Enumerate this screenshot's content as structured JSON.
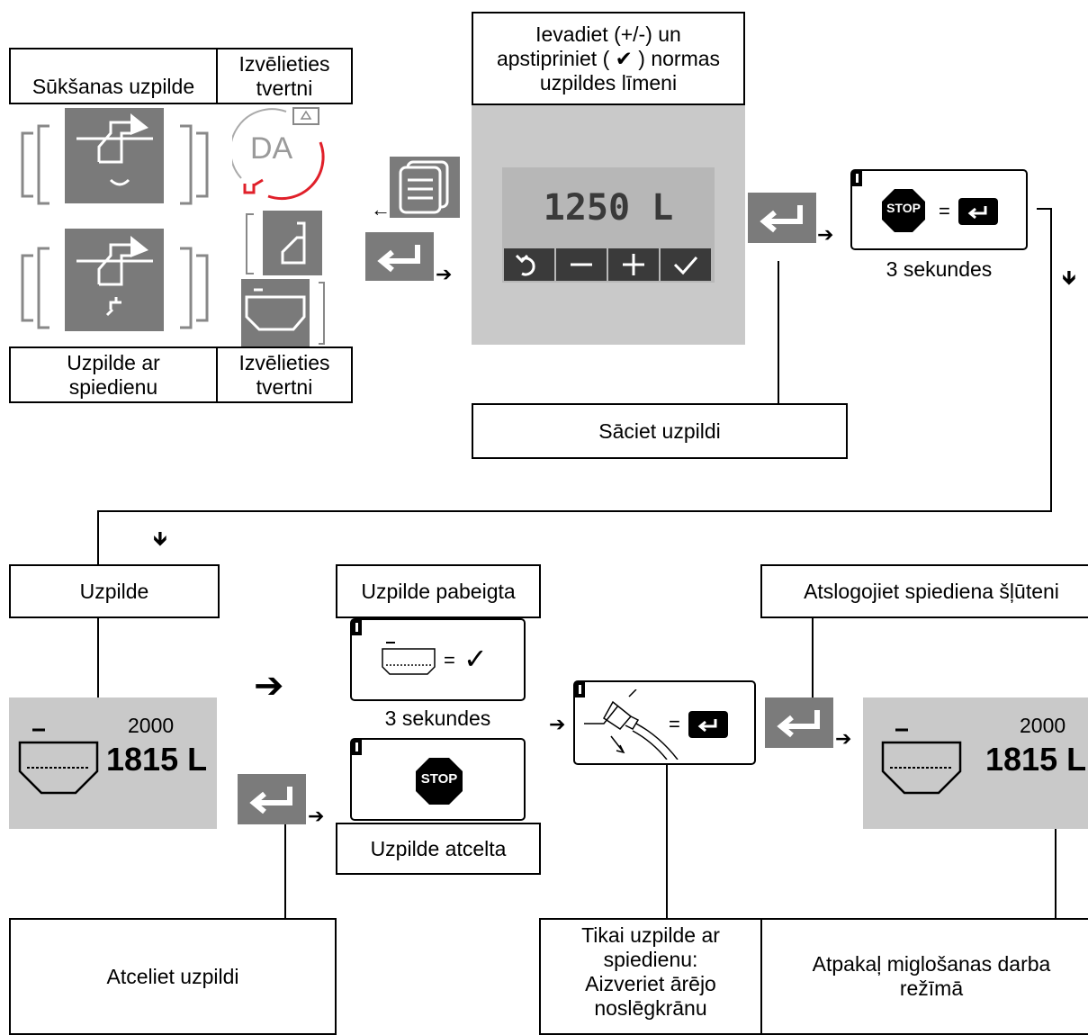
{
  "top_left": {
    "suction_label": "Sūkšanas uzpilde",
    "select_tank_top": "Izvēlieties\ntvertni",
    "pressure_label": "Uzpilde ar\nspiedienu",
    "select_tank_bottom": "Izvēlieties\ntvertni",
    "gauge_text": "DA"
  },
  "instruction_top": "Ievadiet (+/-) un\napstipriniet ( ✔ ) normas\nuzpildes līmeni",
  "display": {
    "value": "1250 L"
  },
  "start_fill": "Sāciet uzpildi",
  "stop_hint": {
    "equals": "=",
    "stop_text": "STOP",
    "duration": "3 sekundes"
  },
  "filling": {
    "label": "Uzpilde",
    "capacity": "2000",
    "current": "1815 L"
  },
  "fill_done": {
    "label": "Uzpilde pabeigta",
    "equals": "=",
    "check": "✓",
    "duration": "3 sekundes"
  },
  "fill_cancelled": {
    "label": "Uzpilde atcelta",
    "stop_text": "STOP"
  },
  "hose_hint": {
    "equals": "="
  },
  "relieve_hose": "Atslogojiet spiediena šļūteni",
  "result_display": {
    "capacity": "2000",
    "current": "1815 L"
  },
  "cancel_fill": "Atceliet uzpildi",
  "pressure_only": "Tikai uzpilde ar\nspiedienu:\nAizveriet ārējo\nnoslēgkrānu",
  "back_to_spraying": "Atpakaļ miglošanas darba\nrežīmā",
  "colors": {
    "panel_grey": "#c9c9c9",
    "button_grey": "#7b7b7b",
    "accent_red": "#e0202a"
  }
}
